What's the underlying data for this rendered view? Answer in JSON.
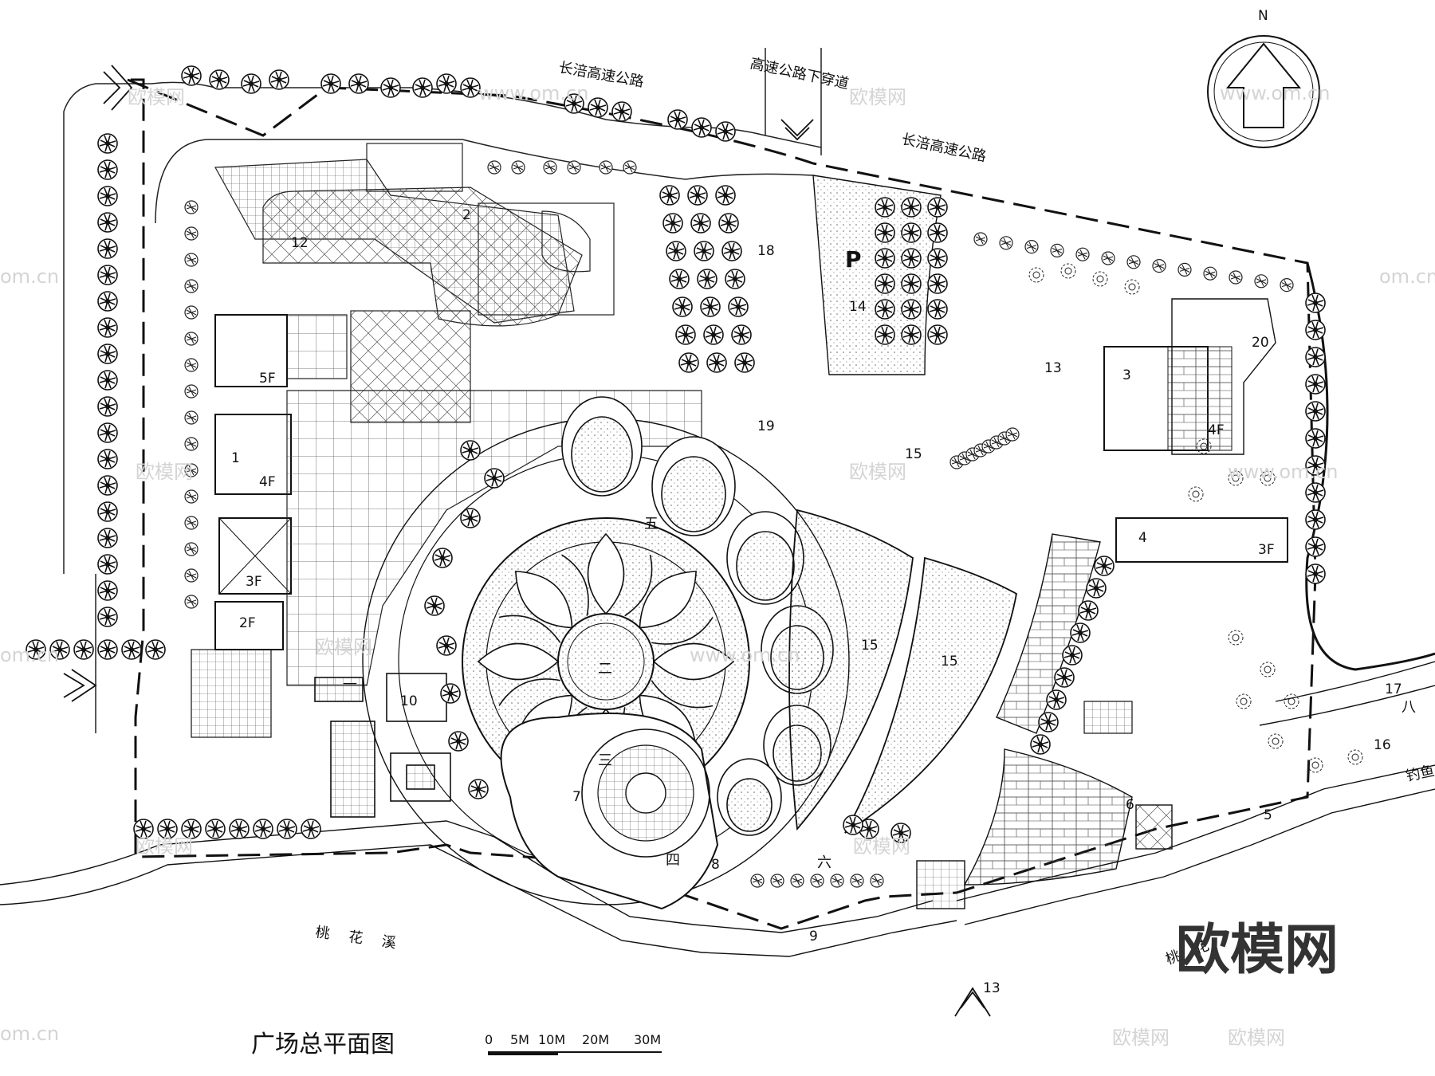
{
  "roads": {
    "expressway_a": "长涪高速公路",
    "underpass": "高速公路下穿道",
    "expressway_b": "长涪高速公路"
  },
  "compass": {
    "north": "N"
  },
  "buildings": {
    "b5F": "5F",
    "b1": "1",
    "b4F_left": "4F",
    "b3F_left": "3F",
    "b2F": "2F",
    "b3": "3",
    "b4F_right": "4F",
    "b4": "4",
    "b3F_right": "3F"
  },
  "labels": {
    "n2": "2",
    "n12": "12",
    "n18": "18",
    "parking": "P",
    "n14": "14",
    "n13_top": "13",
    "n20": "20",
    "n19": "19",
    "n15_top": "15",
    "n15_a": "15",
    "n15_b": "15",
    "n10": "10",
    "n7": "7",
    "n8": "8",
    "n9": "9",
    "n6": "6",
    "n5": "5",
    "n17": "17",
    "n16": "16",
    "n13_bottom": "13"
  },
  "zones": {
    "z1": "一",
    "z2": "二",
    "z3": "三",
    "z4": "四",
    "z5": "五",
    "z6": "六",
    "z8": "八"
  },
  "stream": {
    "name": "桃花溪",
    "fishing": "钓鱼",
    "peach_partial": "桃花"
  },
  "title": "广场总平面图",
  "scale_bar": {
    "s0": "0",
    "s5": "5M",
    "s10": "10M",
    "s20": "20M",
    "s30": "30M"
  },
  "watermarks": {
    "text": "欧模网",
    "site": "www.om.cn",
    "site_short": "om.cn",
    "big": "欧模网"
  }
}
